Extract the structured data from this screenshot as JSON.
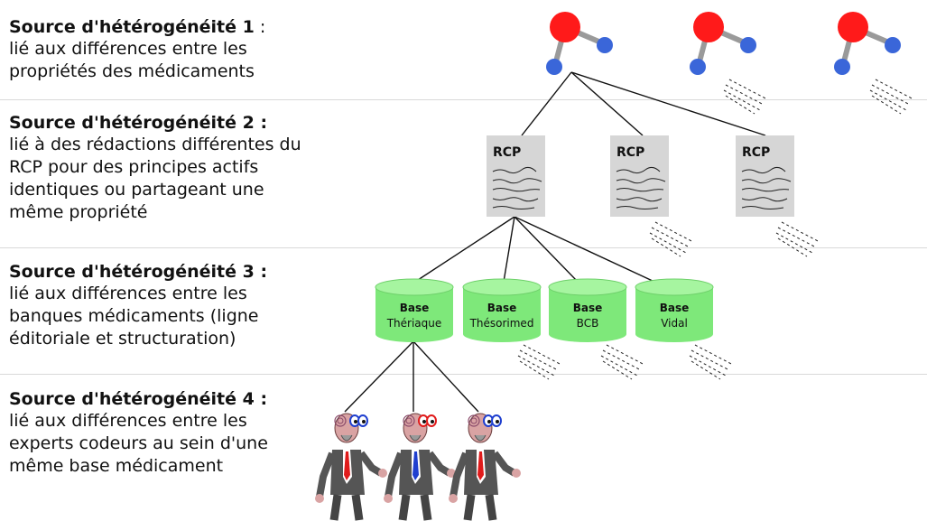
{
  "sources": [
    {
      "title": "Source d'hétérogénéité 1",
      "suffix": " :",
      "desc": "lié aux différences entre les\npropriétés des médicaments"
    },
    {
      "title": "Source d'hétérogénéité 2 :",
      "suffix": "",
      "desc": "lié à des rédactions différentes du\nRCP pour des principes actifs\nidentiques ou partageant une\nmême propriété"
    },
    {
      "title": "Source d'hétérogénéité 3 :",
      "suffix": "",
      "desc": "lié aux différences entre les\nbanques médicaments (ligne\néditoriale et structuration)"
    },
    {
      "title": "Source d'hétérogénéité 4 :",
      "suffix": "",
      "desc": "lié aux différences entre les\nexperts codeurs au sein d'une\nmême base médicament"
    }
  ],
  "rcp_label": "RCP",
  "databases": [
    {
      "line1": "Base",
      "line2": "Thériaque"
    },
    {
      "line1": "Base",
      "line2": "Thésorimed"
    },
    {
      "line1": "Base",
      "line2": "BCB"
    },
    {
      "line1": "Base",
      "line2": "Vidal"
    }
  ],
  "colors": {
    "atom_red": "#ff1a1a",
    "atom_blue": "#3a66d9",
    "bond": "#9a9a9a",
    "doc_bg": "#d6d6d6",
    "db_green": "#7ee87a",
    "db_top": "#a6f5a0",
    "tie_red": "#e01b1b",
    "tie_blue": "#1f3fcf"
  },
  "icons": [
    "molecule-icon",
    "document-icon",
    "database-icon",
    "expert-coder-icon",
    "dashes-icon"
  ]
}
